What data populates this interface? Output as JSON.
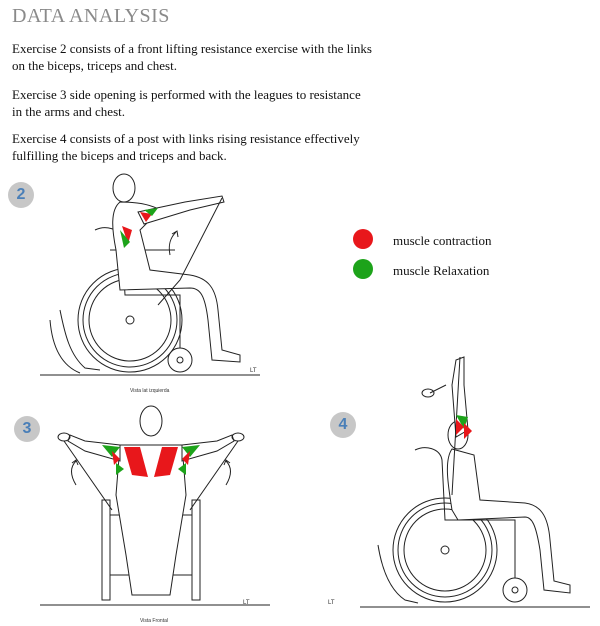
{
  "title": "DATA ANALYSIS",
  "paragraphs": [
    "Exercise 2 consists of a front lifting resistance exercise with the links on the biceps, triceps and chest.",
    "Exercise 3 side opening is performed with the leagues to resistance in the arms and chest.",
    " Exercise 4 consists of a post with links rising resistance effectively fulfilling the biceps and triceps and back."
  ],
  "legend": [
    {
      "label": "muscle contraction",
      "color": "#e8171b"
    },
    {
      "label": "muscle Relaxation",
      "color": "#1da31a"
    }
  ],
  "figures": [
    {
      "number": "2",
      "caption": "Vista lat izquierda",
      "corner_mark": "LT"
    },
    {
      "number": "3",
      "caption": "Vista Frontal",
      "corner_mark": "LT"
    },
    {
      "number": "4",
      "caption": "",
      "corner_mark": "LT"
    }
  ],
  "colors": {
    "contraction": "#e8171b",
    "relaxation": "#1da31a",
    "badge_bg": "#c7c7c7",
    "badge_text": "#4a7fb8",
    "title": "#8a8a8a"
  }
}
